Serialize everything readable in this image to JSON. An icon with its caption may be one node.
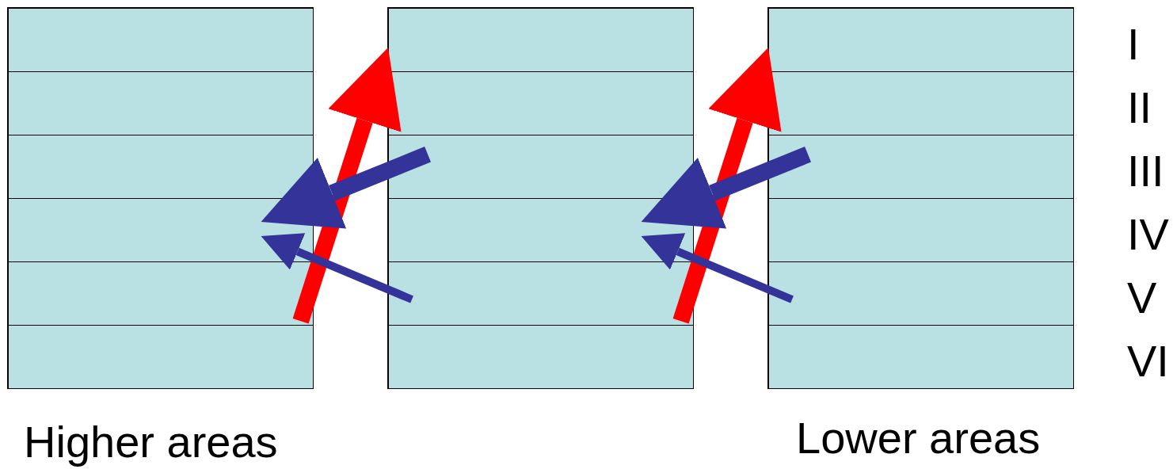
{
  "diagram": {
    "nodes": [
      {
        "text": [],
        "shape": "box"
      },
      {
        "text": [],
        "shape": "box",
        "in": 0
      },
      {
        "text": [],
        "shape": "box",
        "in": 0
      },
      {
        "text": [],
        "shape": "box",
        "in": 0
      },
      {
        "text": [],
        "shape": "box",
        "in": 0
      },
      {
        "text": [],
        "shape": "box",
        "in": 0
      },
      {
        "text": [],
        "shape": "box",
        "in": 0
      },
      {
        "text": [],
        "shape": "box"
      },
      {
        "text": [],
        "shape": "box",
        "in": 7
      },
      {
        "text": [],
        "shape": "box",
        "in": 7
      },
      {
        "text": [],
        "shape": "box",
        "in": 7
      },
      {
        "text": [],
        "shape": "box",
        "in": 7
      },
      {
        "text": [],
        "shape": "box",
        "in": 7
      },
      {
        "text": [],
        "shape": "box",
        "in": 7
      },
      {
        "text": [],
        "shape": "box"
      },
      {
        "text": [],
        "shape": "box",
        "in": 14
      },
      {
        "text": [],
        "shape": "box",
        "in": 14
      },
      {
        "text": [],
        "shape": "box",
        "in": 14
      },
      {
        "text": [],
        "shape": "box",
        "in": 14
      },
      {
        "text": [],
        "shape": "box",
        "in": 14
      },
      {
        "text": [],
        "shape": "box",
        "in": 14
      }
    ],
    "edges": [
      {
        "from": 5,
        "to": 8,
        "arrow": "to",
        "color": "#ff0000"
      },
      {
        "from": 10,
        "to": 4,
        "arrow": "to",
        "color": "#333399"
      },
      {
        "from": 12,
        "to": 4,
        "arrow": "to",
        "color": "#333399"
      },
      {
        "from": 12,
        "to": 15,
        "arrow": "to",
        "color": "#ff0000"
      },
      {
        "from": 17,
        "to": 11,
        "arrow": "to",
        "color": "#333399"
      },
      {
        "from": 19,
        "to": 11,
        "arrow": "to",
        "color": "#333399"
      }
    ],
    "labels": [
      "I",
      "II",
      "III",
      "IV",
      "V",
      "VI",
      "Higher areas",
      "Lower areas"
    ]
  }
}
